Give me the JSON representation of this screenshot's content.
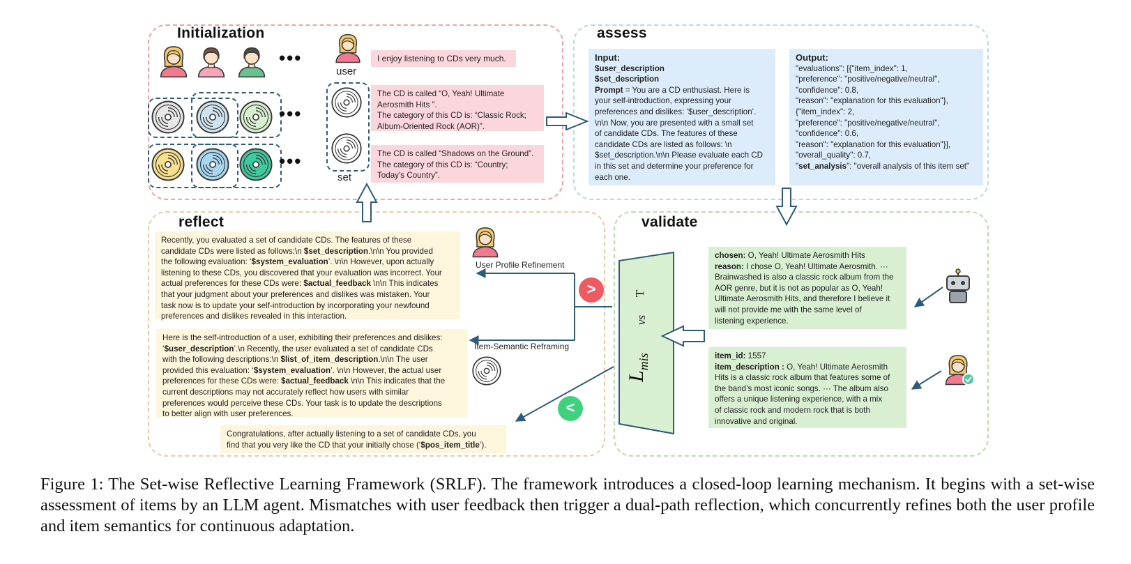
{
  "initialization": {
    "title": "Initialization",
    "user_label": "user",
    "set_label": "set",
    "user_statement": "I enjoy listening to CDs very much.",
    "cd1": [
      "The CD is called “O, Yeah! Ultimate",
      "Aerosmith Hits ”.",
      "The category of this CD is: “Classic Rock;",
      "Album-Oriented Rock (AOR)”."
    ],
    "cd2": [
      "The CD is called “Shadows on the Ground”.",
      "The category of this CD is: “Country;",
      "Today’s Country”."
    ],
    "dots": "•••"
  },
  "assess": {
    "title": "assess",
    "input": {
      "heading": "Input:",
      "var1": "$user_description",
      "var2": "$set_description",
      "prompt_key": "Prompt",
      "prompt_line1": " = You are a CD enthusiast. Here is",
      "prompt_rest": [
        "your self-introduction, expressing your",
        "preferences and dislikes: ‘$user_description’.",
        "\\n\\n Now, you are presented with a small set",
        "of candidate CDs. The features of these",
        "candidate CDs are listed as follows: \\n",
        "$set_description.\\n\\n Please evaluate each CD",
        "in this set and determine your preference for",
        "each one."
      ]
    },
    "output": {
      "heading": "Output:",
      "lines": [
        "\"evaluations\": [{\"item_index\": 1,",
        "\"preference\": \"positive/negative/neutral\",",
        "\"confidence\": 0.8,",
        "\"reason\": \"explanation for this evaluation\"},",
        "{\"item_index\": 2,",
        "\"preference\": \"positive/negative/neutral\",",
        "\"confidence\": 0.6,",
        "\"reason\": \"explanation for this evaluation\"}],",
        "\"overall_quality\": 0.7,"
      ],
      "last_key": "set_analysis",
      "last_value": "\": \"overall analysis of this item set\""
    }
  },
  "reflect": {
    "title": "reflect",
    "user_profile_label": "User Profile Refinement",
    "item_semantic_label": "Item-Semantic Reframing",
    "box1": {
      "l1": "Recently, you evaluated a set of candidate CDs. The features of these",
      "l2a": "candidate CDs were listed as follows:\\n ",
      "l2b": "$set_description",
      "l2c": ".\\n\\n You provided",
      "l3a": "the following evaluation: ‘",
      "l3b": "$system_evaluation",
      "l3c": "’. \\n\\n However, upon actually",
      "l4": "listening to these CDs, you discovered that your evaluation was incorrect. Your",
      "l5a": "actual preferences for these CDs were: ",
      "l5b": "$actual_feedback",
      "l5c": " \\n\\n This indicates",
      "l6": "that your judgment about your preferences and dislikes was mistaken. Your",
      "l7": "task now is to update your self-introduction by incorporating your newfound",
      "l8": "preferences and dislikes revealed in this interaction."
    },
    "box2": {
      "l1": "Here is the self-introduction of a user, exhibiting their preferences and dislikes:",
      "l2a": "‘",
      "l2b": "$user_description",
      "l2c": "’.\\n Recently, the user evaluated a set of candidate CDs",
      "l3a": "with the following descriptions:\\n ",
      "l3b": "$list_of_item_description",
      "l3c": ".\\n\\n The user",
      "l4a": "provided this evaluation: ‘",
      "l4b": "$system_evaluation",
      "l4c": "’. \\n\\n However, the actual user",
      "l5a": "preferences for these CDs were: ",
      "l5b": "$actual_feedback",
      "l5c": " \\n\\n This indicates that the",
      "l6": "current descriptions may not accurately reflect how users with similar",
      "l7": "preferences would perceive these CDs. Your task is to update the descriptions",
      "l8": "to better align with user preferences."
    },
    "box3": {
      "l1": "Congratulations, after actually listening to a set of candidate CDs, you",
      "l2a": "find that you very like the CD that your initially chose (‘",
      "l2b": "$pos_item_title",
      "l2c": "’)."
    },
    "gt_symbol": ">",
    "lt_symbol": "<"
  },
  "validate": {
    "title": "validate",
    "loss": {
      "L": "L",
      "sub": "mis",
      "vs": "vs",
      "T": "T"
    },
    "chosen": {
      "key1": "chosen:",
      "val1": " O, Yeah! Ultimate Aerosmith Hits",
      "key2": "reason:",
      "val2": " I chose O, Yeah! Ultimate Aerosmith.  ···",
      "rest": [
        "Brainwashed is also a classic rock album from the",
        "AOR genre, but it is not as popular as O, Yeah!",
        "Ultimate Aerosmith Hits, and therefore I believe it",
        "will not provide me with the same level of",
        "listening experience."
      ]
    },
    "item": {
      "key1": "item_id:",
      "val1": " 1557",
      "key2": "item_description :",
      "val2": " O, Yeah! Ultimate Aerosmith",
      "rest": [
        "Hits is a classic rock album that features some of",
        "the band’s most iconic songs.  ··· The album also",
        "offers a unique listening experience, with a mix",
        "of classic rock and modern rock that is both",
        "innovative and original."
      ]
    }
  },
  "caption": "Figure 1: The Set-wise Reflective Learning Framework (SRLF). The framework introduces a closed-loop learning mechanism. It begins with a set-wise assessment of items by an LLM agent. Mismatches with user feedback then trigger a dual-path reflection, which concurrently refines both the user profile and item semantics for continuous adaptation.",
  "colors": {
    "pink": "#fbd7dd",
    "blue": "#dcecfa",
    "yellow": "#fdf5dc",
    "green": "#d8efd2",
    "arrow": "#2e5b78",
    "red": "#ef5b63",
    "mint": "#3fd17d"
  }
}
